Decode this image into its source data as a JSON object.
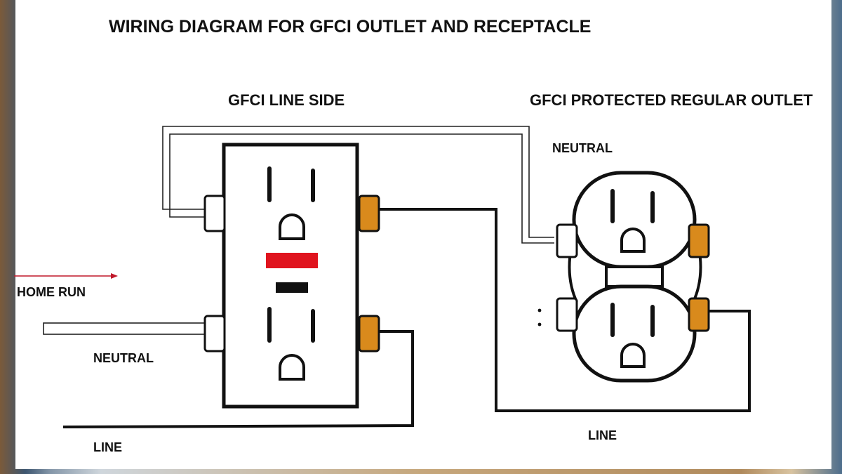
{
  "title": "WIRING DIAGRAM FOR GFCI OUTLET AND RECEPTACLE",
  "labels": {
    "gfci_line_side": "GFCI LINE SIDE",
    "protected_outlet": "GFCI PROTECTED REGULAR OUTLET",
    "home_run": "HOME RUN",
    "neutral_left": "NEUTRAL",
    "line_left": "LINE",
    "neutral_right": "NEUTRAL",
    "line_right": "LINE"
  },
  "colors": {
    "hot_terminal": "#d98a1c",
    "neutral_terminal": "#ffffff",
    "test_button": "#e0141e",
    "reset_button": "#111111",
    "home_run_arrow": "#c0182a",
    "wire_hot": "#111111"
  },
  "icons": {
    "home_run_arrow": "right-arrow-icon"
  }
}
